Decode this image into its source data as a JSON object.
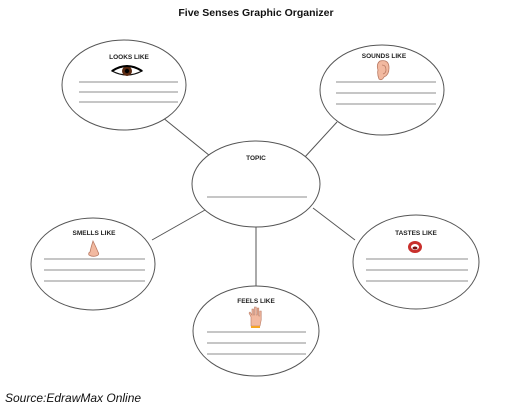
{
  "title": "Five Senses Graphic Organizer",
  "center": {
    "label": "TOPIC"
  },
  "senses": [
    {
      "key": "looks",
      "label": "LOOKS LIKE",
      "icon": "eye-icon"
    },
    {
      "key": "sounds",
      "label": "SOUNDS LIKE",
      "icon": "ear-icon"
    },
    {
      "key": "smells",
      "label": "SMELLS LIKE",
      "icon": "nose-icon"
    },
    {
      "key": "tastes",
      "label": "TASTES LIKE",
      "icon": "mouth-icon"
    },
    {
      "key": "feels",
      "label": "FEELS LIKE",
      "icon": "hand-icon"
    }
  ],
  "caption": "Source:EdrawMax Online",
  "colors": {
    "outline": "#555555",
    "skin": "#f2b9a0",
    "lips": "#c9302c",
    "eye_iris": "#5a2a12"
  }
}
